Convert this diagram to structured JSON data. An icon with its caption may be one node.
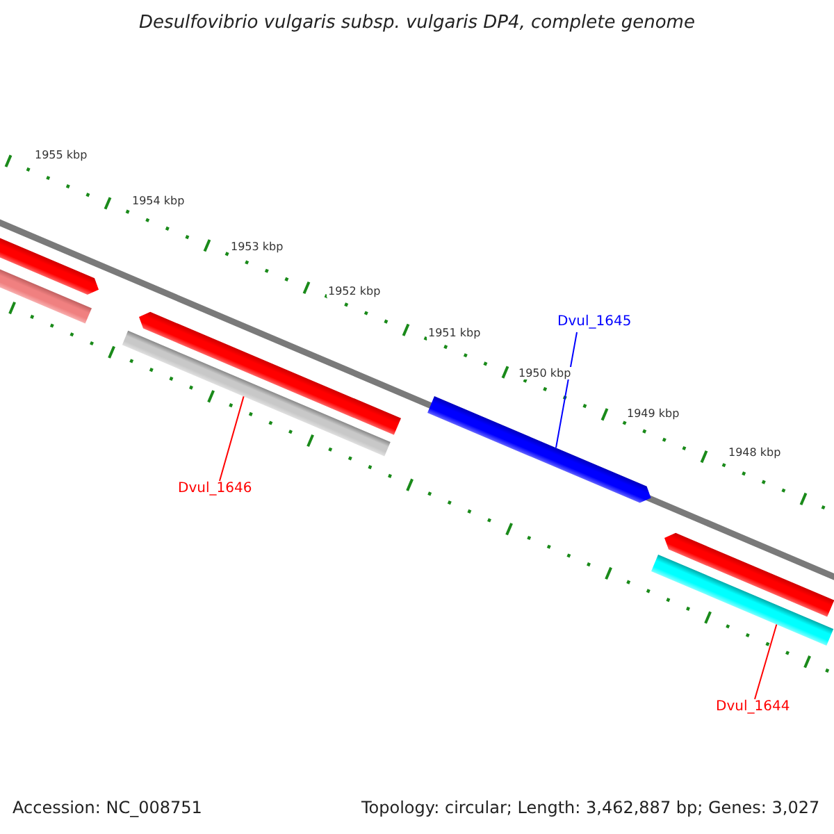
{
  "diagram": {
    "title": "Desulfovibrio vulgaris subsp. vulgaris DP4, complete genome",
    "nodes": [
      {
        "text": [],
        "shape": "bar"
      },
      {
        "text": [],
        "shape": "bar"
      },
      {
        "text": [],
        "shape": "bar"
      },
      {
        "text": [],
        "shape": "bar"
      },
      {
        "text": [],
        "shape": "bar"
      },
      {
        "text": [],
        "shape": "bar"
      },
      {
        "text": [],
        "shape": "bar"
      },
      {
        "text": [
          "Dvul_1645"
        ]
      },
      {
        "text": [
          "Dvul_1646"
        ]
      },
      {
        "text": [
          "Dvul_1644"
        ]
      }
    ],
    "edges": [
      {
        "from": 7,
        "to": 4,
        "arrow": "none",
        "color": "#0000ff"
      },
      {
        "from": 8,
        "to": 3,
        "arrow": "none"
      },
      {
        "from": 9,
        "to": 6,
        "arrow": "none"
      }
    ],
    "labels": [
      "1955 kbp",
      "1954 kbp",
      "1953 kbp",
      "1952 kbp",
      "1951 kbp",
      "1950 kbp",
      "1949 kbp",
      "1948 kbp",
      "Accession: NC_008751",
      "Topology: circular; Length: 3,462,887 bp; Genes: 3,027"
    ]
  }
}
